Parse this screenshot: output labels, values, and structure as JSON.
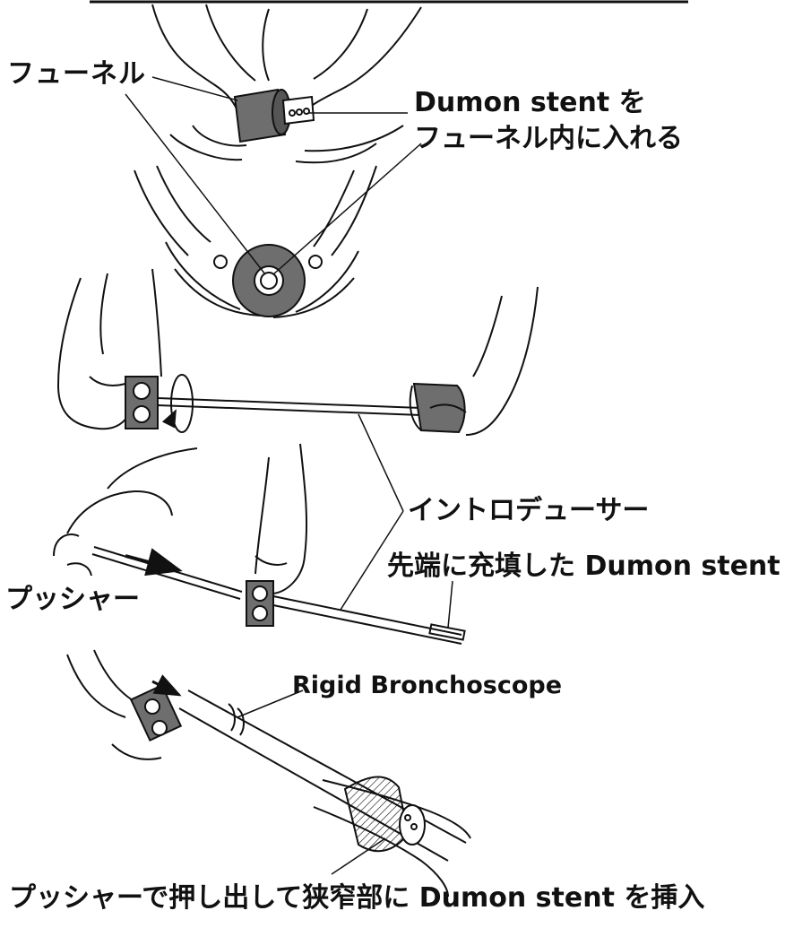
{
  "labels": {
    "funnel": "フューネル",
    "load_line1": "Dumon stent を",
    "load_line2": "フューネル内に入れる",
    "introducer": "イントロデューサー",
    "prefilled_stent": "先端に充填した Dumon stent",
    "pusher": "プッシャー",
    "rigid_bronchoscope": "Rigid Bronchoscope",
    "final_step": "プッシャーで押し出して狭窄部に Dumon stent を挿入"
  },
  "colors": {
    "line": "#111111",
    "funnel_fill": "#6e6e6e",
    "background": "#ffffff"
  }
}
